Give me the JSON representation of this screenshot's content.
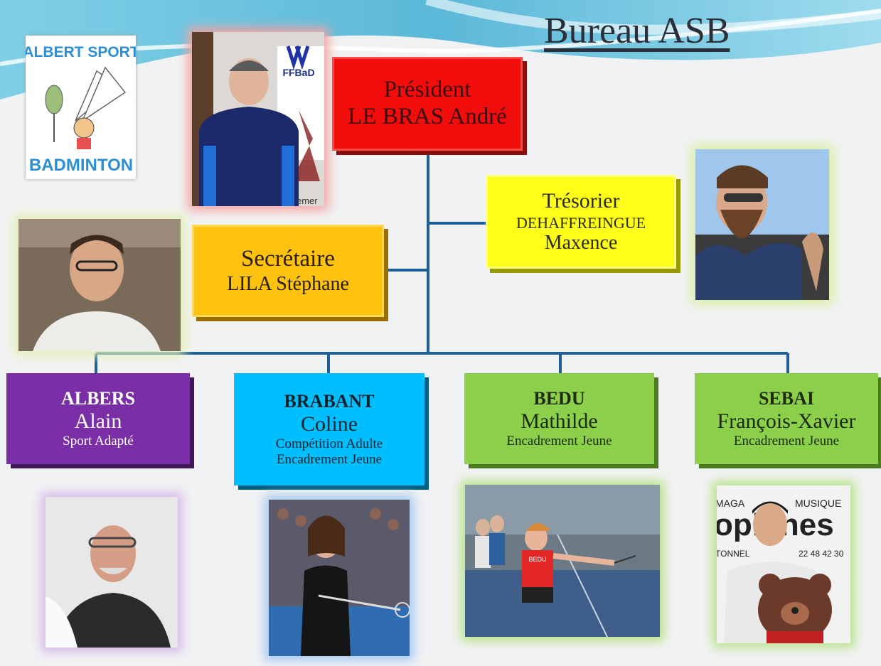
{
  "title": "Bureau ASB",
  "logo": {
    "line1": "ALBERT SPORT",
    "line2": "BADMINTON",
    "ffbad": "FFBaD",
    "temer": "temer"
  },
  "president": {
    "role": "Président",
    "name": "LE BRAS André"
  },
  "tresorier": {
    "role": "Trésorier",
    "name_last": "DEHAFFREINGUE",
    "name_first": "Maxence"
  },
  "secretaire": {
    "role": "Secrétaire",
    "name": "LILA Stéphane"
  },
  "members": [
    {
      "last": "ALBERS",
      "first": "Alain",
      "role1": "Sport Adapté"
    },
    {
      "last": "BRABANT",
      "first": "Coline",
      "role1": "Compétition Adulte",
      "role2": "Encadrement Jeune"
    },
    {
      "last": "BEDU",
      "first": "Mathilde",
      "role1": "Encadrement Jeune"
    },
    {
      "last": "SEBAI",
      "first": "François-Xavier",
      "role1": "Encadrement Jeune"
    }
  ],
  "photo_texts": {
    "shop1": "MAGA",
    "shop2": "MUSIQUE",
    "shop3": "ophines",
    "shop4": "TONNEL",
    "shop5": "22 48 42 30",
    "jersey": "BEDU"
  },
  "colors": {
    "president": "#f20d0d",
    "tresorier": "#ffff1a",
    "secretaire": "#ffc20e",
    "albers": "#7a2fa6",
    "brabant": "#00bfff",
    "green": "#8ccf4a",
    "connector": "#1f5f99"
  }
}
